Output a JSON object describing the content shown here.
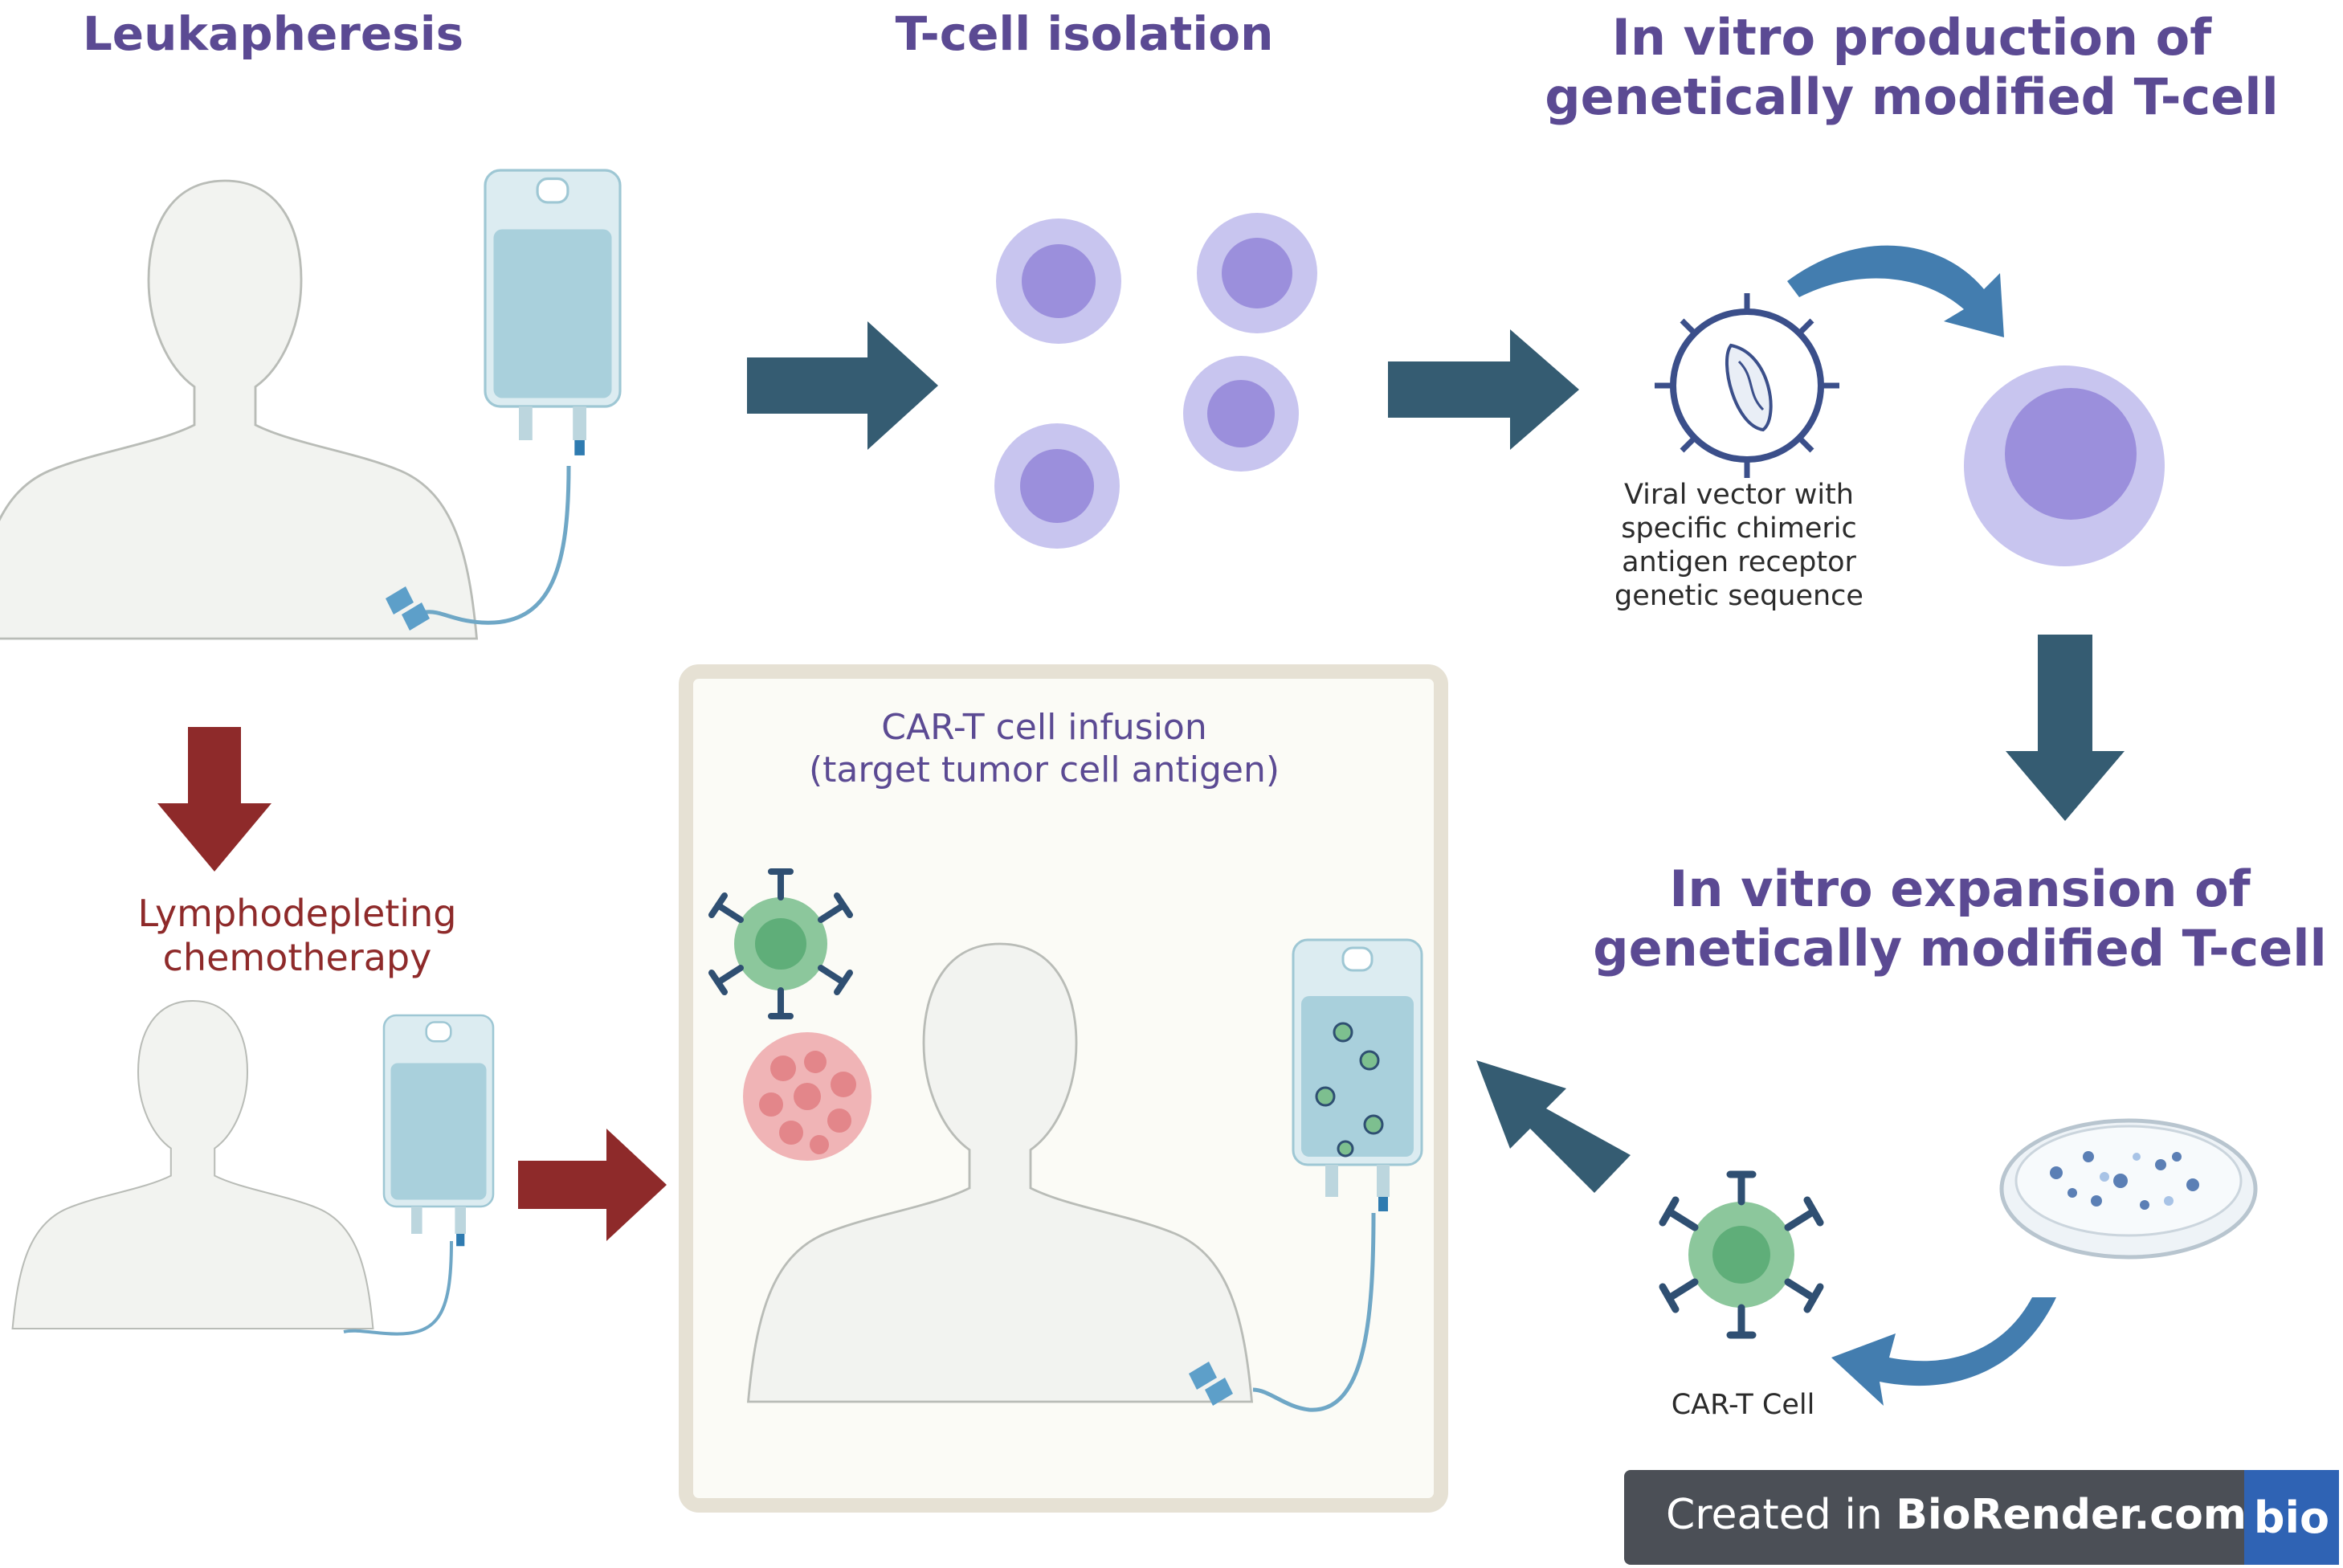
{
  "steps": {
    "leukapheresis": "Leukapheresis",
    "tcell_isolation": "T-cell  isolation",
    "in_vitro_production": [
      "In vitro production of",
      "genetically modified T-cell"
    ],
    "in_vitro_expansion": [
      "In vitro expansion of",
      "genetically modified T-cell"
    ],
    "lymphodepleting": [
      "Lymphodepleting",
      "chemotherapy"
    ],
    "cart_infusion": [
      "CAR-T cell infusion",
      "(target tumor cell antigen)"
    ]
  },
  "captions": {
    "viral_vector": [
      "Viral vector with",
      "specific chimeric",
      "antigen receptor",
      "genetic sequence"
    ],
    "cart_cell": "CAR-T Cell"
  },
  "badge": {
    "prefix": "Created in ",
    "brand": "BioRender.com",
    "logo": "bio"
  },
  "colors": {
    "title_purple": "#5b4a93",
    "arrow_teal": "#355c72",
    "arrow_red": "#8e2a2a",
    "cell_purple": "#c8c5ef",
    "cell_nucleus": "#9b8fdc",
    "cart_green": "#8cc79c",
    "tumor_pink": "#e9999c",
    "bag_blue": "#a9d0dc",
    "panel_border": "#e6e1d4",
    "panel_fill": "#fbfbf6"
  },
  "icons": [
    "human-silhouette-icon",
    "iv-bag-icon",
    "t-cell-icon",
    "viral-vector-icon",
    "car-t-cell-icon",
    "tumor-cell-icon",
    "petri-dish-icon",
    "curved-arrow-icon",
    "block-arrow-icon"
  ]
}
